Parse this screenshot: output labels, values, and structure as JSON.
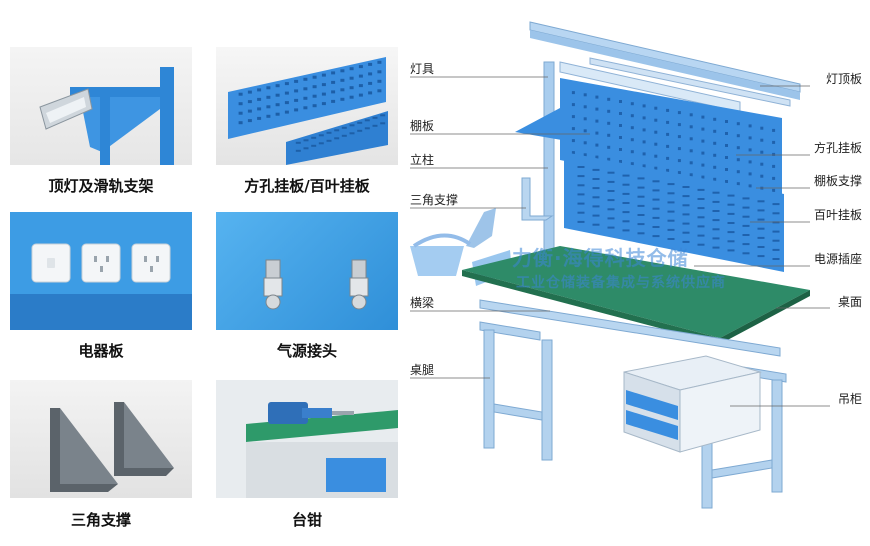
{
  "tiles": [
    {
      "caption": "顶灯及滑轨支架"
    },
    {
      "caption": "方孔挂板/百叶挂板"
    },
    {
      "caption": "电器板"
    },
    {
      "caption": "气源接头"
    },
    {
      "caption": "三角支撑"
    },
    {
      "caption": "台钳"
    }
  ],
  "diagram_labels": {
    "left": [
      "灯具",
      "棚板",
      "立柱",
      "三角支撑",
      "横梁",
      "桌腿"
    ],
    "right": [
      "灯顶板",
      "方孔挂板",
      "棚板支撑",
      "百叶挂板",
      "电源插座",
      "桌面",
      "吊柜"
    ]
  },
  "watermark": {
    "title": "力衡·海得科技仓储",
    "subtitle": "工业仓储装备集成与系统供应商"
  },
  "colors": {
    "panel_blue": "#3a8ee0",
    "frame_blue": "#a8cdf0",
    "top_green": "#2e8b68",
    "line_gray": "#666666"
  }
}
